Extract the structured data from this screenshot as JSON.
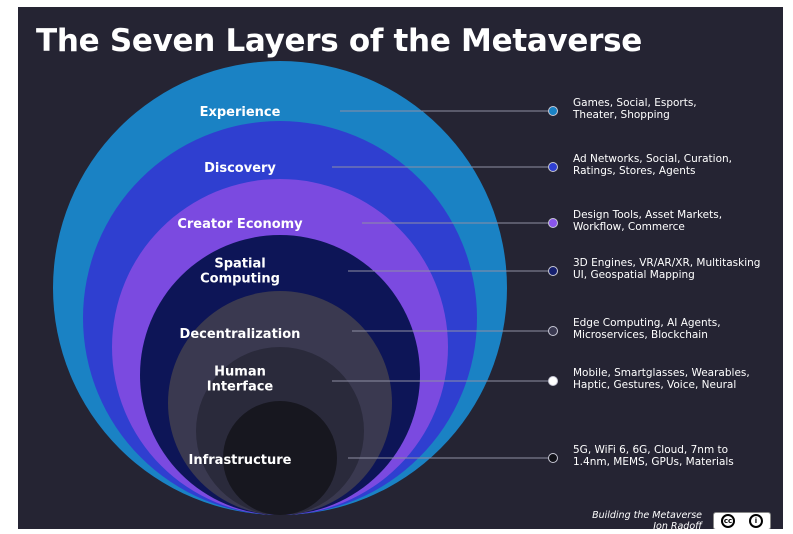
{
  "title": "The Seven Layers of the Metaverse",
  "layers": [
    {
      "name": "experience",
      "label_lines": [
        "Experience"
      ],
      "desc_lines": [
        "Games, Social, Esports,",
        "Theater, Shopping"
      ],
      "color": "#1a82c4",
      "dot": "#1a82c4"
    },
    {
      "name": "discovery",
      "label_lines": [
        "Discovery"
      ],
      "desc_lines": [
        "Ad Networks, Social, Curation,",
        "Ratings, Stores, Agents"
      ],
      "color": "#2f3fd0",
      "dot": "#2f3fd0"
    },
    {
      "name": "creator-economy",
      "label_lines": [
        "Creator Economy"
      ],
      "desc_lines": [
        "Design Tools, Asset Markets,",
        "Workflow, Commerce"
      ],
      "color": "#7b4ae0",
      "dot": "#8a55ec"
    },
    {
      "name": "spatial-computing",
      "label_lines": [
        "Spatial",
        "Computing"
      ],
      "desc_lines": [
        "3D Engines, VR/AR/XR, Multitasking",
        "UI, Geospatial Mapping"
      ],
      "color": "#0d1557",
      "dot": "#16206e"
    },
    {
      "name": "decentralization",
      "label_lines": [
        "Decentralization"
      ],
      "desc_lines": [
        "Edge Computing, AI Agents,",
        "Microservices, Blockchain"
      ],
      "color": "#3a3950",
      "dot": "#3a3950"
    },
    {
      "name": "human-interface",
      "label_lines": [
        "Human",
        "Interface"
      ],
      "desc_lines": [
        "Mobile, Smartglasses, Wearables,",
        "Haptic, Gestures, Voice, Neural"
      ],
      "color": "#2a2a3b",
      "dot": "#ffffff"
    },
    {
      "name": "infrastructure",
      "label_lines": [
        "Infrastructure"
      ],
      "desc_lines": [
        "5G, WiFi 6, 6G, Cloud, 7nm to",
        "1.4nm, MEMS, GPUs, Materials"
      ],
      "color": "#17171f",
      "dot": "#111118"
    }
  ],
  "credit": {
    "line1": "Building the Metaverse",
    "line2": "Jon Radoff"
  },
  "license_badge": {
    "icons": [
      "cc-icon",
      "attribution-icon"
    ],
    "cc_text": "cc",
    "by_text": "i"
  }
}
